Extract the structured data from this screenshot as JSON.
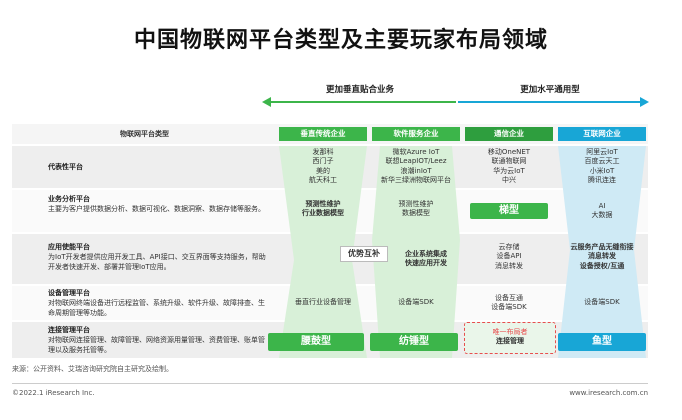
{
  "title": "中国物联网平台类型及主要玩家布局领域",
  "arrows": {
    "left_label": "更加垂直贴合业务",
    "right_label": "更加水平通用型"
  },
  "table": {
    "header_label": "物联网平台类型",
    "columns": [
      "垂直传统企业",
      "软件服务企业",
      "通信企业",
      "互联网企业"
    ],
    "rows": [
      {
        "title": "代表性平台",
        "desc": "",
        "cells": [
          "发那科\n西门子\n美的\n航天科工",
          "微软Azure IoT\n联想LeapIOT/Leez\n浪潮inIoT\n新华三绿洲物联网平台",
          "移动OneNET\n联通物联网\n华为云IoT\n中兴",
          "阿里云IoT\n百度云天工\n小米IoT\n腾讯连连"
        ]
      },
      {
        "title": "业务分析平台",
        "desc": "主要为客户提供数据分析、数据可视化、数据洞察、数据存储等服务。",
        "cells": [
          "预测性维护\n行业数据模型",
          "预测性维护\n数据模型",
          "梯型",
          "AI\n大数据"
        ]
      },
      {
        "title": "应用使能平台",
        "desc": "为IoT开发者提供应用开发工具、API接口、交互界面等支持服务，帮助开发者快速开发、部署并管理IoT应用。",
        "cells": [
          "优势互补",
          "企业系统集成\n快速应用开发",
          "云存储\n设备API\n消息转发",
          "云服务产品无缝衔接\n消息转发\n设备授权/互通"
        ]
      },
      {
        "title": "设备管理平台",
        "desc": "对物联网终端设备进行远程监管、系统升级、软件升级、故障排查、生命周期管理等功能。",
        "cells": [
          "垂直行业设备管理",
          "设备端SDK",
          "设备互通\n设备端SDK",
          "设备端SDK"
        ]
      },
      {
        "title": "连接管理平台",
        "desc": "对物联网连接管理、故障管理、网络资源用量管理、资费管理、账单管理以及服务托管等。",
        "cells": [
          "腰鼓型",
          "纺锤型",
          "唯一布局者\n连接管理",
          "鱼型"
        ]
      }
    ]
  },
  "footer": {
    "source": "来源：公开资料、艾瑞咨询研究院自主研究及绘制。",
    "copyright": "©2022.1 iResearch Inc.",
    "website": "www.iresearch.com.cn"
  },
  "colors": {
    "green": "#3cb54a",
    "dark_green": "#2e9e3e",
    "blue": "#18a6d6",
    "light_green": "#d8f0d8",
    "light_blue": "#cfeaf5",
    "red_text": "#e84e4e"
  }
}
